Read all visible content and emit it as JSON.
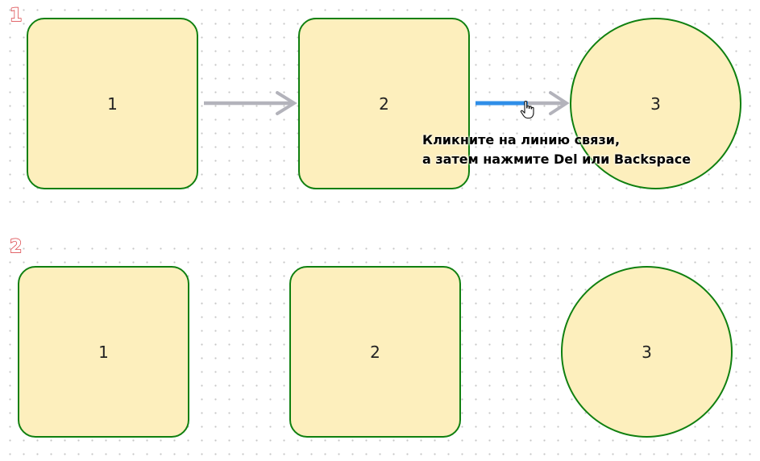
{
  "diagram_1": {
    "step_label": "1",
    "nodes": [
      {
        "label": "1",
        "shape": "rounded-rectangle"
      },
      {
        "label": "2",
        "shape": "rounded-rectangle"
      },
      {
        "label": "3",
        "shape": "circle"
      }
    ],
    "connectors": [
      {
        "from": "1",
        "to": "2",
        "state": "normal",
        "color": "#b3b3bb"
      },
      {
        "from": "2",
        "to": "3",
        "state": "hovered",
        "color": "#2f8ee8"
      }
    ],
    "hint": {
      "line1": "Кликните на линию связи,",
      "line2": "а затем нажмите Del или Backspace"
    }
  },
  "diagram_2": {
    "step_label": "2",
    "nodes": [
      {
        "label": "1",
        "shape": "rounded-rectangle"
      },
      {
        "label": "2",
        "shape": "rounded-rectangle"
      },
      {
        "label": "3",
        "shape": "circle"
      }
    ]
  },
  "colors": {
    "node_fill": "#fdefbd",
    "node_border": "#108010",
    "badge": "#d9383d",
    "connector_normal": "#b3b3bb",
    "connector_hover": "#2f8ee8"
  },
  "cursor_icon": "hand-pointer-icon"
}
